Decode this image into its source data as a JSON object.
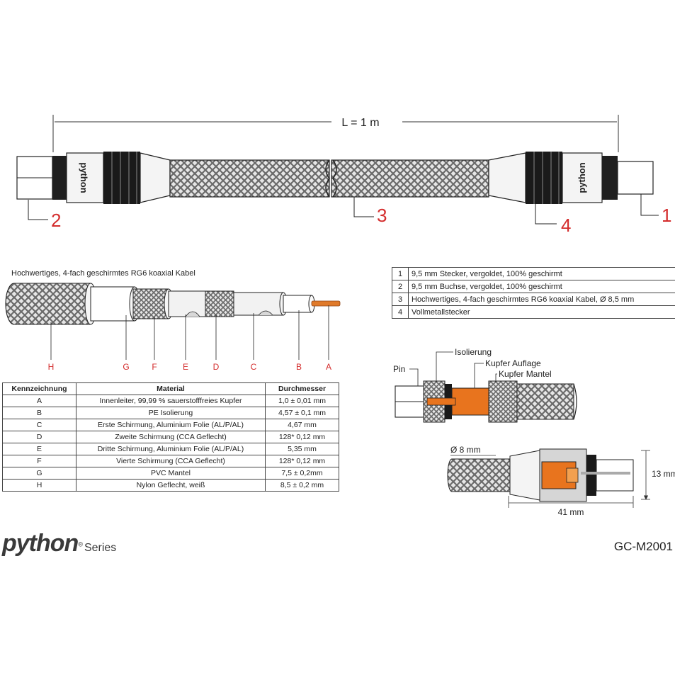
{
  "length_label": "L = 1 m",
  "callouts": [
    "1",
    "2",
    "3",
    "4"
  ],
  "connector_logo": "python",
  "cable_title": "Hochwertiges, 4-fach geschirmtes RG6 koaxial Kabel",
  "layer_letters": [
    "H",
    "G",
    "F",
    "E",
    "D",
    "C",
    "B",
    "A"
  ],
  "spec_table": {
    "headers": [
      "Kennzeichnung",
      "Material",
      "Durchmesser"
    ],
    "rows": [
      [
        "A",
        "Innenleiter, 99,99 % sauerstofffreies Kupfer",
        "1,0 ± 0,01 mm"
      ],
      [
        "B",
        "PE Isolierung",
        "4,57 ± 0,1 mm"
      ],
      [
        "C",
        "Erste Schirmung, Aluminium Folie (AL/P/AL)",
        "4,67 mm"
      ],
      [
        "D",
        "Zweite Schirmung (CCA Geflecht)",
        "128* 0,12 mm"
      ],
      [
        "E",
        "Dritte Schirmung, Aluminium Folie (AL/P/AL)",
        "5,35 mm"
      ],
      [
        "F",
        "Vierte Schirmung (CCA Geflecht)",
        "128* 0,12 mm"
      ],
      [
        "G",
        "PVC Mantel",
        "7,5 ± 0,2mm"
      ],
      [
        "H",
        "Nylon Geflecht, weiß",
        "8,5 ± 0,2 mm"
      ]
    ]
  },
  "parts_table": [
    [
      "1",
      "9,5 mm Stecker, vergoldet, 100% geschirmt"
    ],
    [
      "2",
      "9,5 mm Buchse, vergoldet, 100% geschirmt"
    ],
    [
      "3",
      "Hochwertiges, 4-fach geschirmtes RG6 koaxial Kabel, Ø 8,5 mm"
    ],
    [
      "4",
      "Vollmetallstecker"
    ]
  ],
  "section_labels": {
    "pin": "Pin",
    "isolierung": "Isolierung",
    "kupfer_auflage": "Kupfer Auflage",
    "kupfer_mantel": "Kupfer Mantel"
  },
  "dimensions": {
    "diameter": "Ø 8 mm",
    "height": "13 mm",
    "length": "41 mm"
  },
  "brand": {
    "word": "python",
    "reg": "®",
    "series": "Series"
  },
  "product_code": "GC-M2001",
  "colors": {
    "callout": "#d42d2d",
    "copper": "#e07a2a",
    "orange": "#e8741e",
    "dark": "#1a1a1a"
  }
}
